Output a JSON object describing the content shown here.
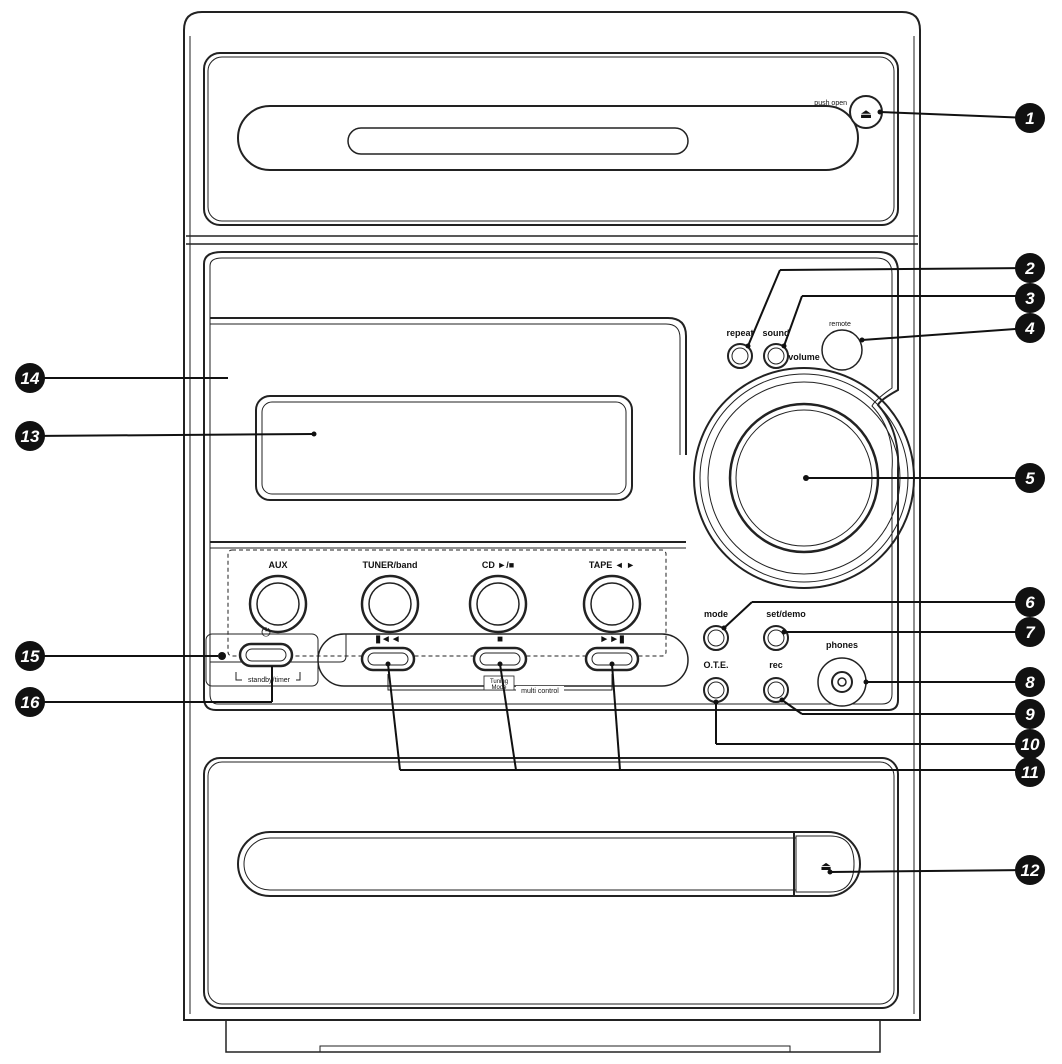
{
  "labels": {
    "push_open": "push open",
    "repeat": "repeat",
    "sound": "sound",
    "remote": "remote",
    "volume": "volume",
    "aux": "AUX",
    "tuner_band": "TUNER/band",
    "cd": "CD ►/■",
    "tape": "TAPE ◄ ►",
    "mode": "mode",
    "set_demo": "set/demo",
    "phones": "phones",
    "ote": "O.T.E.",
    "rec": "rec",
    "standby_timer": "standby/timer",
    "multi_control": "multi control",
    "tuning_mode_1": "Tuning",
    "tuning_mode_2": "Mode",
    "power_symbol": "⏻",
    "skip_back_symbol": "▮◄◄",
    "stop_symbol": "■",
    "skip_fwd_symbol": "►►▮",
    "eject_symbol": "⏏"
  },
  "callouts": [
    "1",
    "2",
    "3",
    "4",
    "5",
    "6",
    "7",
    "8",
    "9",
    "10",
    "11",
    "12",
    "13",
    "14",
    "15",
    "16"
  ]
}
